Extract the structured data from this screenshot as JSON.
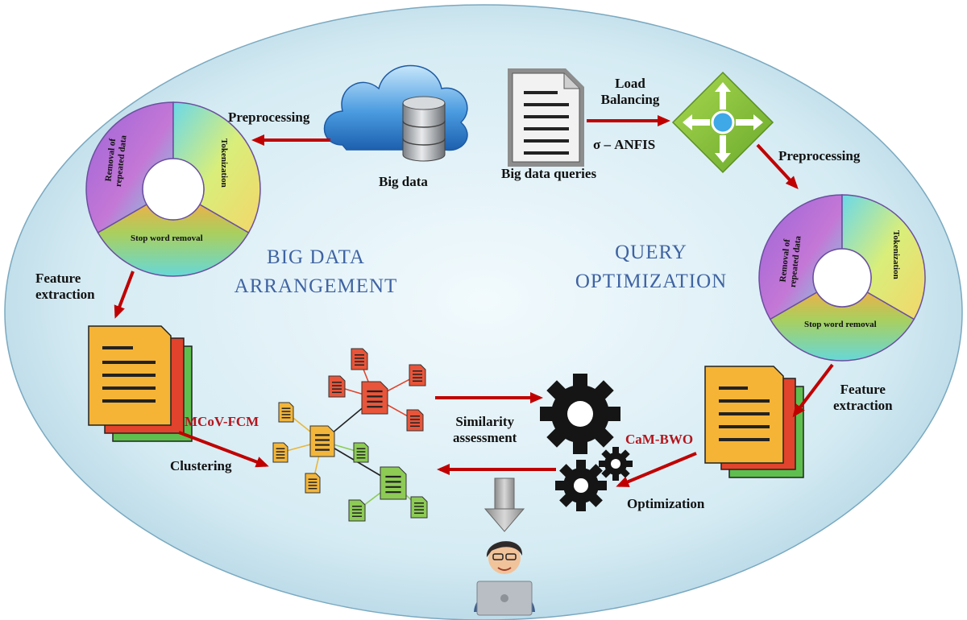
{
  "sections": {
    "left_line1": "BIG DATA",
    "left_line2": "ARRANGEMENT",
    "right_line1": "QUERY",
    "right_line2": "OPTIMIZATION"
  },
  "labels": {
    "preprocessing_left": "Preprocessing",
    "big_data": "Big data",
    "load_balancing_line1": "Load",
    "load_balancing_line2": "Balancing",
    "sigma_anfis": "σ – ANFIS",
    "big_data_queries": "Big data queries",
    "preprocessing_right": "Preprocessing",
    "feature_extraction_left_line1": "Feature",
    "feature_extraction_left_line2": "extraction",
    "feature_extraction_right_line1": "Feature",
    "feature_extraction_right_line2": "extraction",
    "mcov_fcm": "MCoV-FCM",
    "clustering": "Clustering",
    "similarity_line1": "Similarity",
    "similarity_line2": "assessment",
    "cam_bwo": "CaM-BWO",
    "optimization": "Optimization"
  },
  "ring_segments": {
    "removal_line1": "Removal of",
    "removal_line2": "repeated data",
    "tokenization": "Tokenization",
    "stop_word": "Stop word removal"
  },
  "colors": {
    "ellipse_inner": "#eef8fb",
    "ellipse_outer": "#b9d9e6",
    "arrow": "#c00000",
    "section_text": "#3f63a2",
    "red_label": "#b3161d",
    "doc_orange": "#f5b436",
    "doc_red": "#e2432c",
    "doc_green": "#5fbf4e",
    "cluster_red": "#e8553a",
    "cluster_yellow": "#f3b63a",
    "cluster_green": "#8dcb55",
    "gear": "#151515",
    "lb_diamond": "#8cc63f"
  }
}
